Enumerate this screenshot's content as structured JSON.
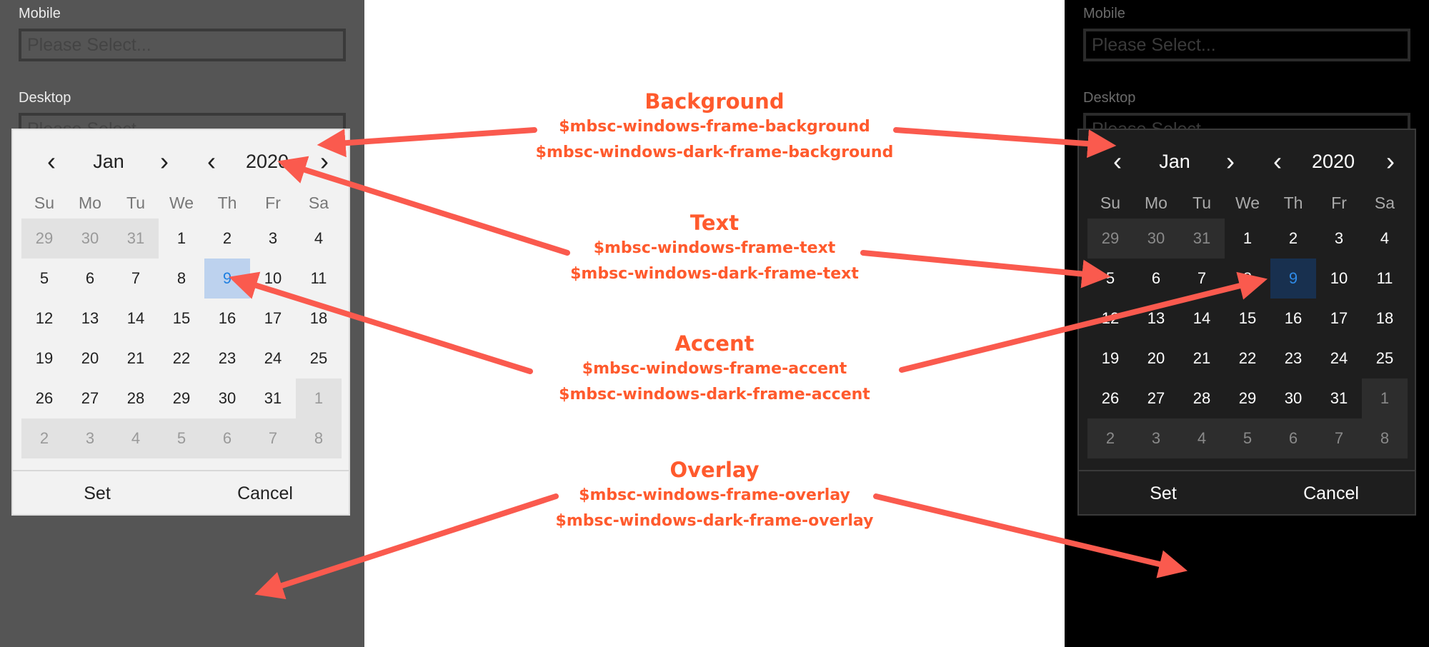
{
  "form": {
    "mobile_label": "Mobile",
    "desktop_label": "Desktop",
    "placeholder": "Please Select..."
  },
  "calendar": {
    "month": "Jan",
    "year": "2020",
    "weekdays": [
      "Su",
      "Mo",
      "Tu",
      "We",
      "Th",
      "Fr",
      "Sa"
    ],
    "weeks": [
      [
        {
          "d": "29",
          "out": true
        },
        {
          "d": "30",
          "out": true
        },
        {
          "d": "31",
          "out": true
        },
        {
          "d": "1"
        },
        {
          "d": "2"
        },
        {
          "d": "3"
        },
        {
          "d": "4"
        }
      ],
      [
        {
          "d": "5"
        },
        {
          "d": "6"
        },
        {
          "d": "7"
        },
        {
          "d": "8"
        },
        {
          "d": "9",
          "selected": true
        },
        {
          "d": "10"
        },
        {
          "d": "11"
        }
      ],
      [
        {
          "d": "12"
        },
        {
          "d": "13"
        },
        {
          "d": "14"
        },
        {
          "d": "15"
        },
        {
          "d": "16"
        },
        {
          "d": "17"
        },
        {
          "d": "18"
        }
      ],
      [
        {
          "d": "19"
        },
        {
          "d": "20"
        },
        {
          "d": "21"
        },
        {
          "d": "22"
        },
        {
          "d": "23"
        },
        {
          "d": "24"
        },
        {
          "d": "25"
        }
      ],
      [
        {
          "d": "26"
        },
        {
          "d": "27"
        },
        {
          "d": "28"
        },
        {
          "d": "29"
        },
        {
          "d": "30"
        },
        {
          "d": "31"
        },
        {
          "d": "1",
          "out": true
        }
      ],
      [
        {
          "d": "2",
          "out": true
        },
        {
          "d": "3",
          "out": true
        },
        {
          "d": "4",
          "out": true
        },
        {
          "d": "5",
          "out": true
        },
        {
          "d": "6",
          "out": true
        },
        {
          "d": "7",
          "out": true
        },
        {
          "d": "8",
          "out": true
        }
      ]
    ],
    "set_label": "Set",
    "cancel_label": "Cancel",
    "prev_icon": "chevron-left-icon",
    "next_icon": "chevron-right-icon"
  },
  "annotations": [
    {
      "title": "Background",
      "vars": [
        "$mbsc-windows-frame-background",
        "$mbsc-windows-dark-frame-background"
      ]
    },
    {
      "title": "Text",
      "vars": [
        "$mbsc-windows-frame-text",
        "$mbsc-windows-dark-frame-text"
      ]
    },
    {
      "title": "Accent",
      "vars": [
        "$mbsc-windows-frame-accent",
        "$mbsc-windows-dark-frame-accent"
      ]
    },
    {
      "title": "Overlay",
      "vars": [
        "$mbsc-windows-frame-overlay",
        "$mbsc-windows-dark-frame-overlay"
      ]
    }
  ],
  "colors": {
    "annotation": "#ff5a2d",
    "arrow": "#fa5a4e",
    "light_overlay": "#555555",
    "dark_overlay": "#000000",
    "light_accent": "#1e7fe0",
    "dark_accent": "#2f8be8"
  }
}
